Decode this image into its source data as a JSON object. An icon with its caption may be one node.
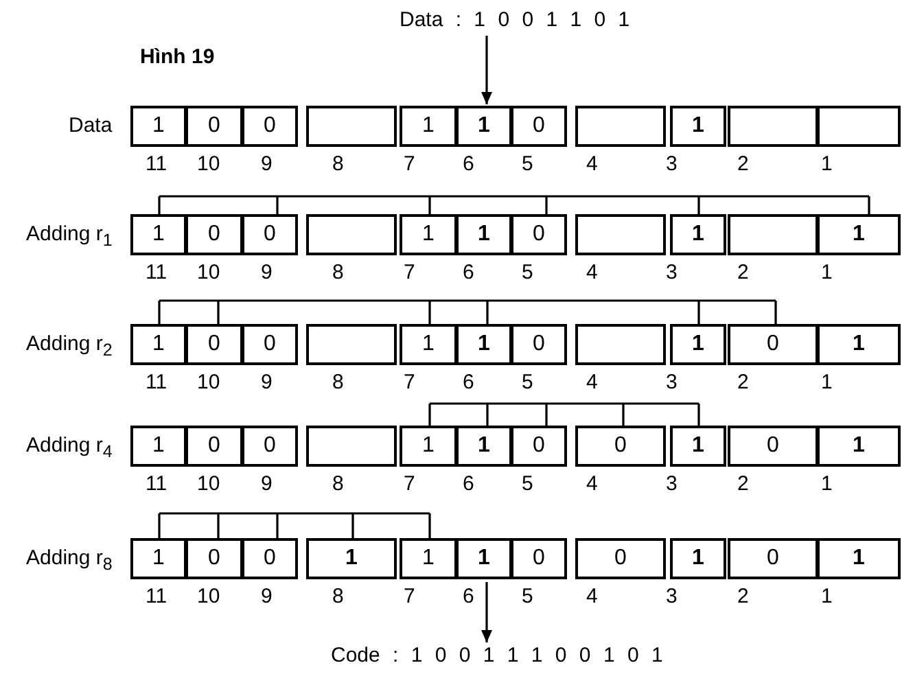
{
  "diagram": {
    "title": "Hình 19",
    "nodes": [
      {
        "text": [
          "Data : 1 0 0 1 1 0 1"
        ]
      },
      {
        "text": [
          "1"
        ]
      },
      {
        "text": [
          "0"
        ]
      },
      {
        "text": [
          "0"
        ]
      },
      {
        "text": [],
        "shape": "box"
      },
      {
        "text": [
          "1"
        ]
      },
      {
        "text": [
          "1"
        ]
      },
      {
        "text": [
          "0"
        ]
      },
      {
        "text": [],
        "shape": "box"
      },
      {
        "text": [
          "1"
        ]
      },
      {
        "text": [],
        "shape": "box"
      },
      {
        "text": [],
        "shape": "box"
      },
      {
        "text": [
          "1"
        ]
      },
      {
        "text": [
          "0"
        ]
      },
      {
        "text": [
          "0"
        ]
      },
      {
        "text": [],
        "shape": "box"
      },
      {
        "text": [
          "1"
        ]
      },
      {
        "text": [
          "1"
        ]
      },
      {
        "text": [
          "0"
        ]
      },
      {
        "text": [],
        "shape": "box"
      },
      {
        "text": [
          "1"
        ]
      },
      {
        "text": [],
        "shape": "box"
      },
      {
        "text": [
          "1"
        ]
      },
      {
        "text": [
          "1"
        ]
      },
      {
        "text": [
          "0"
        ]
      },
      {
        "text": [
          "0"
        ]
      },
      {
        "text": [],
        "shape": "box"
      },
      {
        "text": [
          "1"
        ]
      },
      {
        "text": [
          "1"
        ]
      },
      {
        "text": [
          "0"
        ]
      },
      {
        "text": [],
        "shape": "box"
      },
      {
        "text": [
          "1"
        ]
      },
      {
        "text": [
          "0"
        ]
      },
      {
        "text": [
          "1"
        ]
      },
      {
        "text": [
          "1"
        ]
      },
      {
        "text": [
          "0"
        ]
      },
      {
        "text": [
          "0"
        ]
      },
      {
        "text": [],
        "shape": "box"
      },
      {
        "text": [
          "1"
        ]
      },
      {
        "text": [
          "1"
        ]
      },
      {
        "text": [
          "0"
        ]
      },
      {
        "text": [
          "0"
        ]
      },
      {
        "text": [
          "1"
        ]
      },
      {
        "text": [
          "0"
        ]
      },
      {
        "text": [
          "1"
        ]
      },
      {
        "text": [
          "1"
        ]
      },
      {
        "text": [
          "0"
        ]
      },
      {
        "text": [
          "0"
        ]
      },
      {
        "text": [
          "1"
        ]
      },
      {
        "text": [
          "1"
        ]
      },
      {
        "text": [
          "1"
        ]
      },
      {
        "text": [
          "0"
        ]
      },
      {
        "text": [
          "0"
        ]
      },
      {
        "text": [
          "1"
        ]
      },
      {
        "text": [
          "0"
        ]
      },
      {
        "text": [
          "1"
        ]
      },
      {
        "text": [
          "Code : 1 0 0 1 1 1 0 0 1 0 1"
        ]
      }
    ],
    "edges": [
      {
        "from": 0,
        "to": 6,
        "arrow": "to"
      },
      {
        "from": 50,
        "to": 56,
        "arrow": "to"
      }
    ],
    "labels": [
      "Data",
      "11",
      "10",
      "9",
      "8",
      "7",
      "6",
      "5",
      "4",
      "3",
      "2",
      "1",
      "Adding r$_{1}$",
      "11",
      "10",
      "9",
      "8",
      "7",
      "6",
      "5",
      "4",
      "3",
      "2",
      "1",
      "Adding r$_{2}$",
      "11",
      "10",
      "9",
      "8",
      "7",
      "6",
      "5",
      "4",
      "3",
      "2",
      "1",
      "Adding r$_{4}$",
      "11",
      "10",
      "9",
      "8",
      "7",
      "6",
      "5",
      "4",
      "3",
      "2",
      "1",
      "Adding r$_{8}$",
      "11",
      "10",
      "9",
      "8",
      "7",
      "6",
      "5",
      "4",
      "3",
      "2",
      "1"
    ]
  }
}
